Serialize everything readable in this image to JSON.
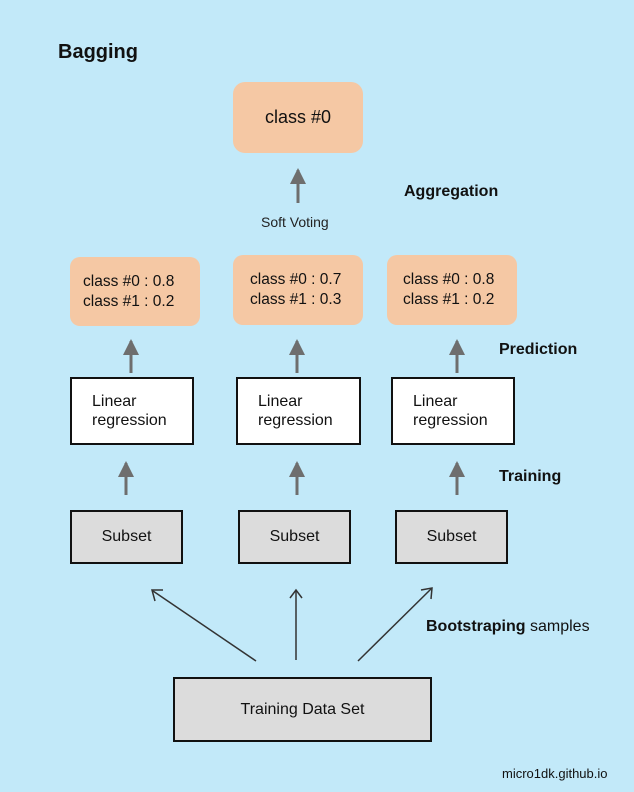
{
  "title": "Bagging",
  "result": {
    "label": "class #0"
  },
  "soft_voting_label": "Soft Voting",
  "stages": {
    "aggregation": "Aggregation",
    "prediction": "Prediction",
    "training": "Training",
    "bootstrap_bold": "Bootstraping",
    "bootstrap_rest": "samples"
  },
  "predictions": [
    {
      "line1": "class #0 : 0.8",
      "line2": "class #1 : 0.2"
    },
    {
      "line1": "class #0 : 0.7",
      "line2": "class #1 : 0.3"
    },
    {
      "line1": "class #0 : 0.8",
      "line2": "class #1 : 0.2"
    }
  ],
  "models": [
    {
      "line1": "Linear",
      "line2": "regression"
    },
    {
      "line1": "Linear",
      "line2": "regression"
    },
    {
      "line1": "Linear",
      "line2": "regression"
    }
  ],
  "subsets": [
    "Subset",
    "Subset",
    "Subset"
  ],
  "dataset_label": "Training Data Set",
  "credit": "micro1dk.github.io",
  "colors": {
    "background": "#c2e9f9",
    "result_fill": "#f5c8a4",
    "model_fill": "#ffffff",
    "subset_fill": "#dcdcdc",
    "arrow": "#6e6e6e"
  }
}
